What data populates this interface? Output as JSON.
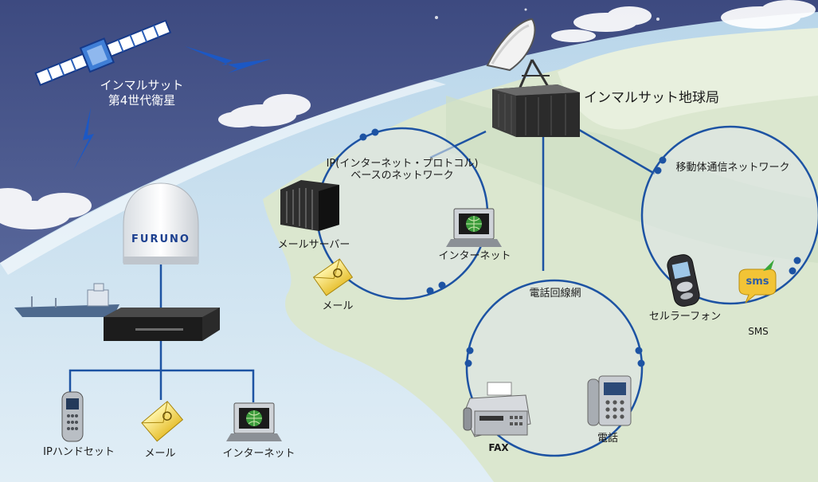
{
  "satellite": {
    "line1": "インマルサット",
    "line2": "第4世代衛星"
  },
  "earth_station": {
    "label": "インマルサット地球局"
  },
  "antenna": {
    "brand": "FURUNO"
  },
  "networks": {
    "ip": {
      "line1": "IP(インターネット・プロトコル)",
      "line2": "ベースのネットワーク",
      "items": {
        "mail_server": "メールサーバー",
        "internet": "インターネット",
        "mail": "メール"
      }
    },
    "phone": {
      "title": "電話回線網",
      "items": {
        "fax": "FAX",
        "telephone": "電話"
      }
    },
    "mobile": {
      "title": "移動体通信ネットワーク",
      "items": {
        "cellphone": "セルラーフォン",
        "sms": "SMS",
        "sms_bubble": "sms"
      }
    }
  },
  "terminal_devices": {
    "ip_handset": "IPハンドセット",
    "mail": "メール",
    "internet": "インターネット"
  },
  "colors": {
    "sky": "#4c5b92",
    "sea": "#cfe3ef",
    "land": "#dfe9d3",
    "link": "#1d53a3"
  }
}
